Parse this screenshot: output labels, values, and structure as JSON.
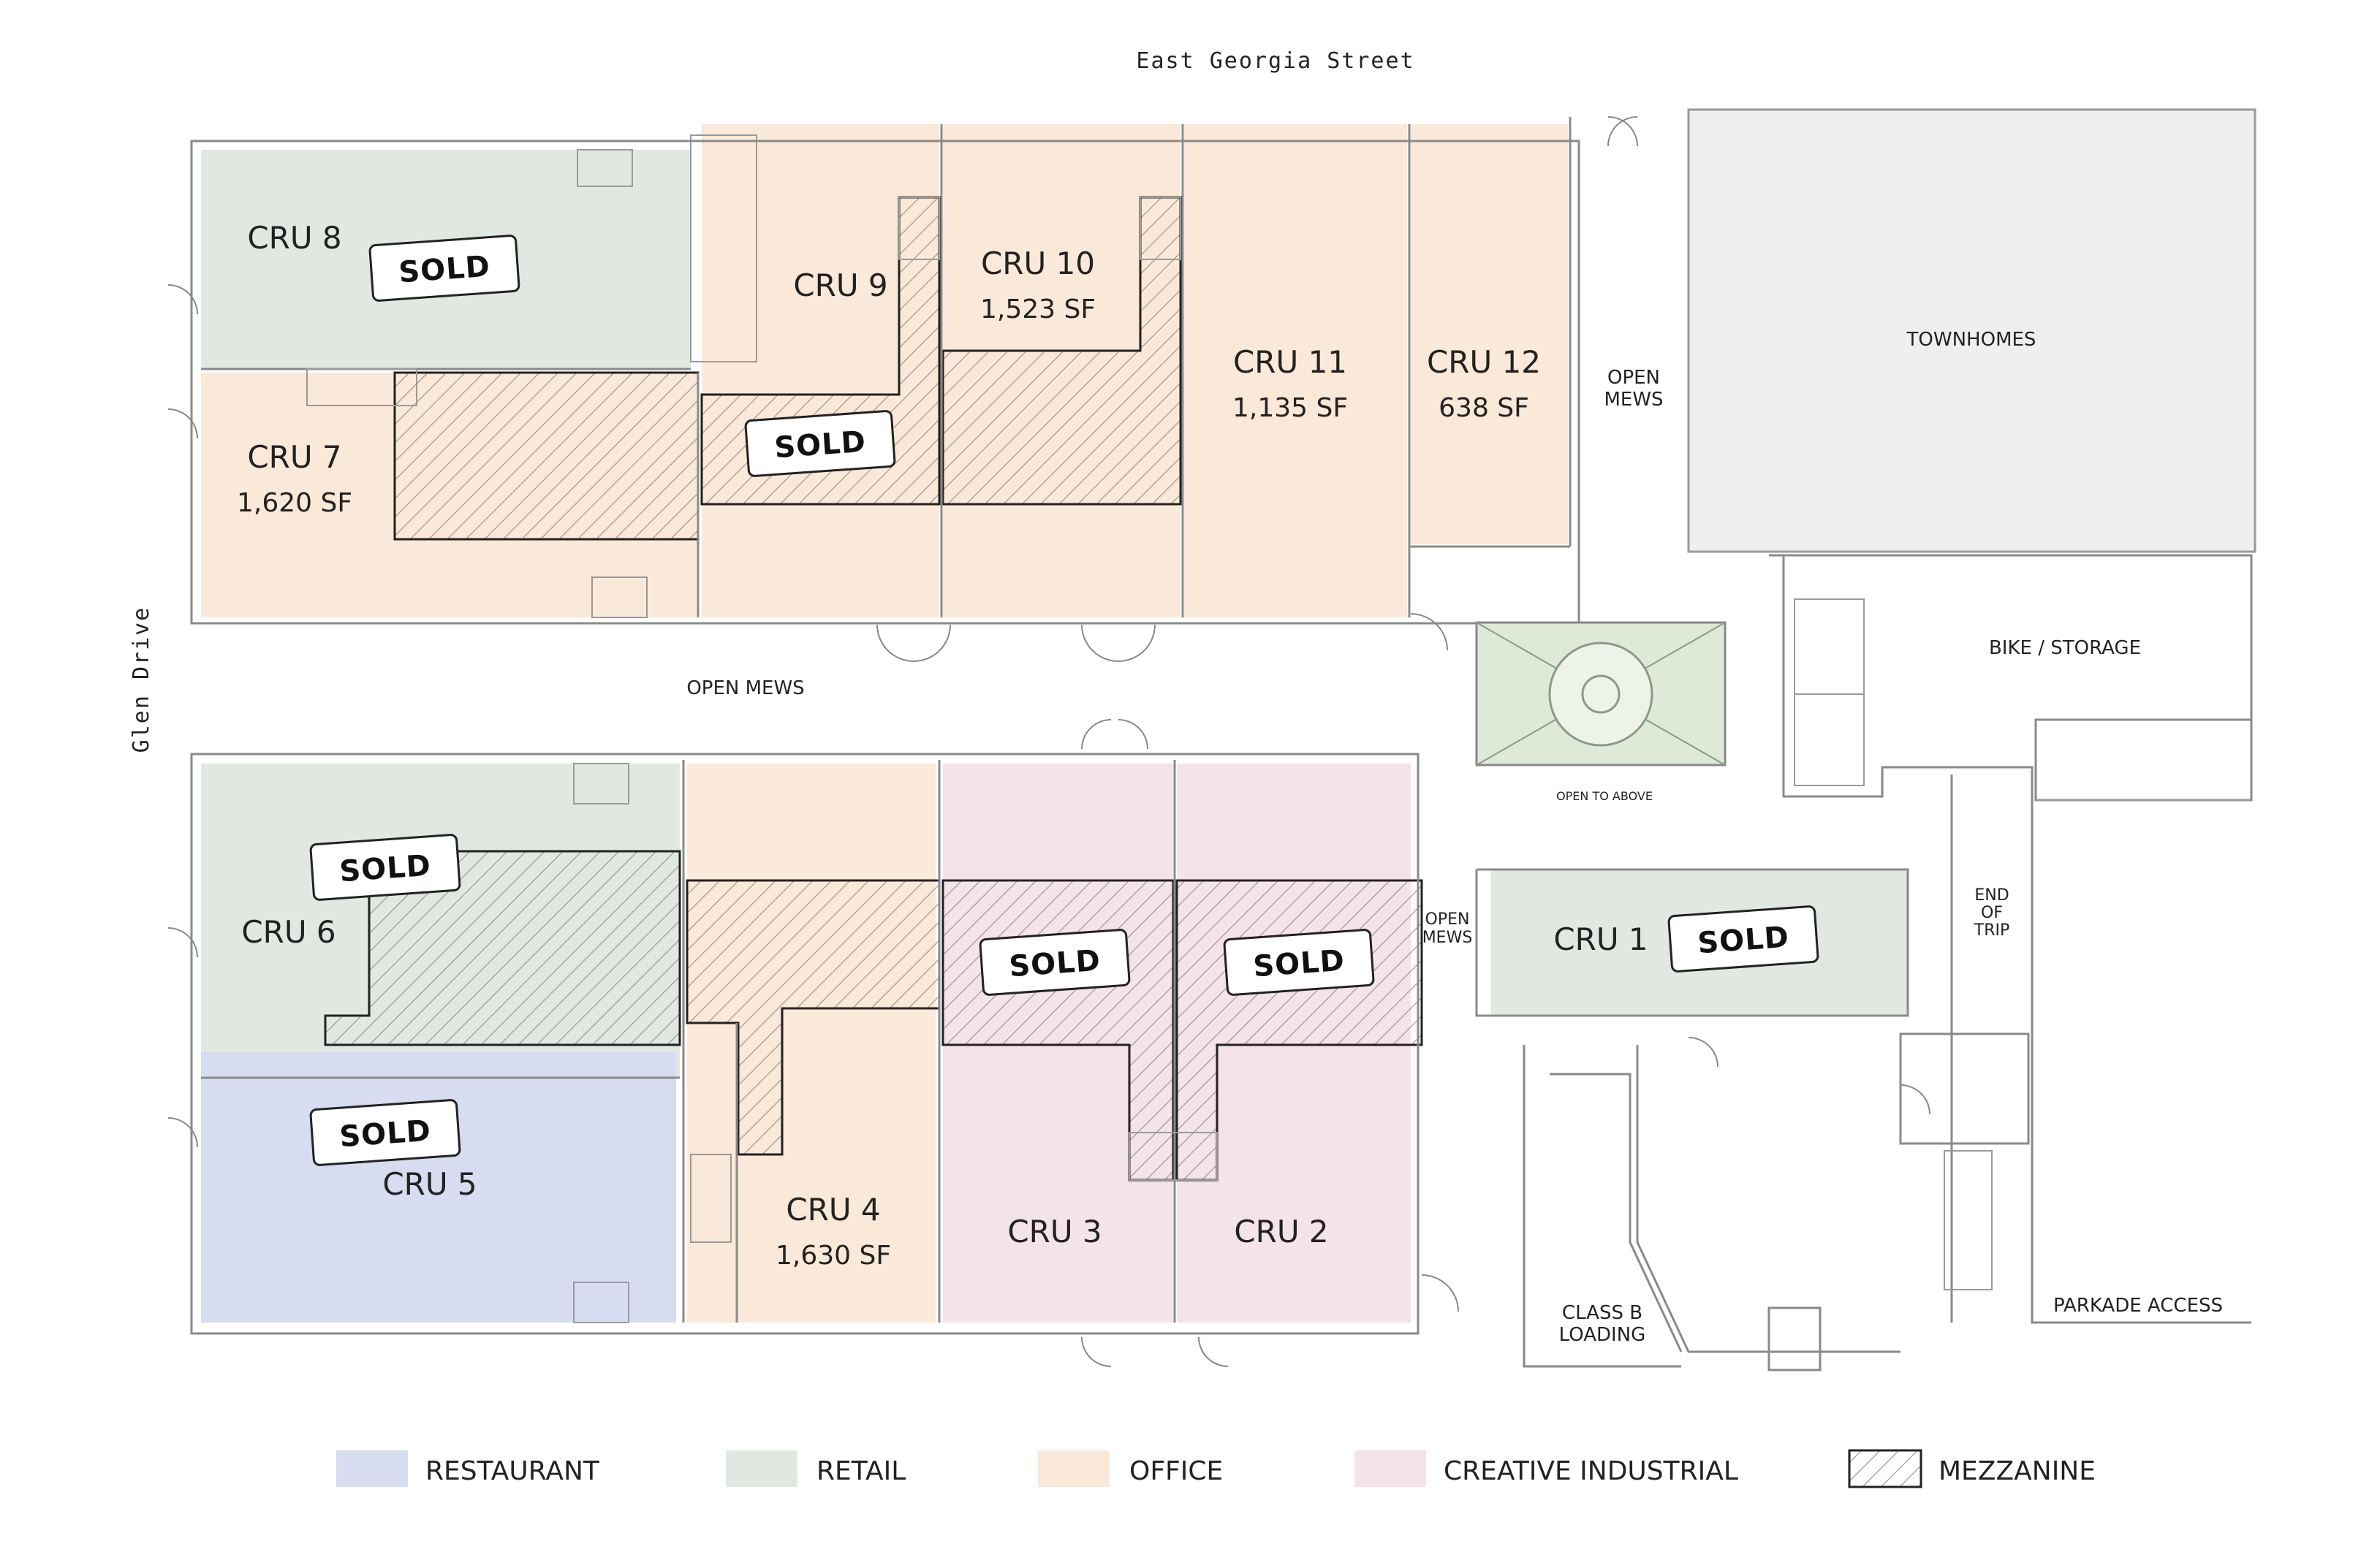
{
  "streets": {
    "north": "East Georgia Street",
    "west": "Glen Drive"
  },
  "colors": {
    "restaurant": "#d7dcf0",
    "retail": "#e1e8e2",
    "office": "#fae8d8",
    "creative_industrial": "#f5e3ea",
    "townhomes": "#efefef",
    "mezzanine_hatch": "#9a8f88"
  },
  "units": {
    "cru1": {
      "name": "CRU 1",
      "status": "SOLD"
    },
    "cru2": {
      "name": "CRU 2",
      "status": "SOLD"
    },
    "cru3": {
      "name": "CRU 3",
      "status": "SOLD"
    },
    "cru4": {
      "name": "CRU 4",
      "area": "1,630 SF"
    },
    "cru5": {
      "name": "CRU 5",
      "status": "SOLD"
    },
    "cru6": {
      "name": "CRU 6",
      "status": "SOLD"
    },
    "cru7": {
      "name": "CRU 7",
      "area": "1,620 SF"
    },
    "cru8": {
      "name": "CRU 8",
      "status": "SOLD"
    },
    "cru9": {
      "name": "CRU 9",
      "status": "SOLD"
    },
    "cru10": {
      "name": "CRU 10",
      "area": "1,523 SF"
    },
    "cru11": {
      "name": "CRU 11",
      "area": "1,135 SF"
    },
    "cru12": {
      "name": "CRU 12",
      "area": "638 SF"
    }
  },
  "areas": {
    "townhomes": "TOWNHOMES",
    "bike_storage": "BIKE / STORAGE",
    "open_mews_center": "OPEN MEWS",
    "open_mews_north_l1": "OPEN",
    "open_mews_north_l2": "MEWS",
    "open_mews_mid_l1": "OPEN",
    "open_mews_mid_l2": "MEWS",
    "open_to_above": "OPEN TO ABOVE",
    "end_of_trip_l1": "END",
    "end_of_trip_l2": "OF",
    "end_of_trip_l3": "TRIP",
    "class_b_l1": "CLASS B",
    "class_b_l2": "LOADING",
    "parkade_access": "PARKADE ACCESS"
  },
  "legend": [
    {
      "label": "RESTAURANT",
      "color": "#d7dcf0"
    },
    {
      "label": "RETAIL",
      "color": "#e1e8e2"
    },
    {
      "label": "OFFICE",
      "color": "#fae8d8"
    },
    {
      "label": "CREATIVE INDUSTRIAL",
      "color": "#f5e3ea"
    },
    {
      "label": "MEZZANINE",
      "color": "hatch"
    }
  ]
}
